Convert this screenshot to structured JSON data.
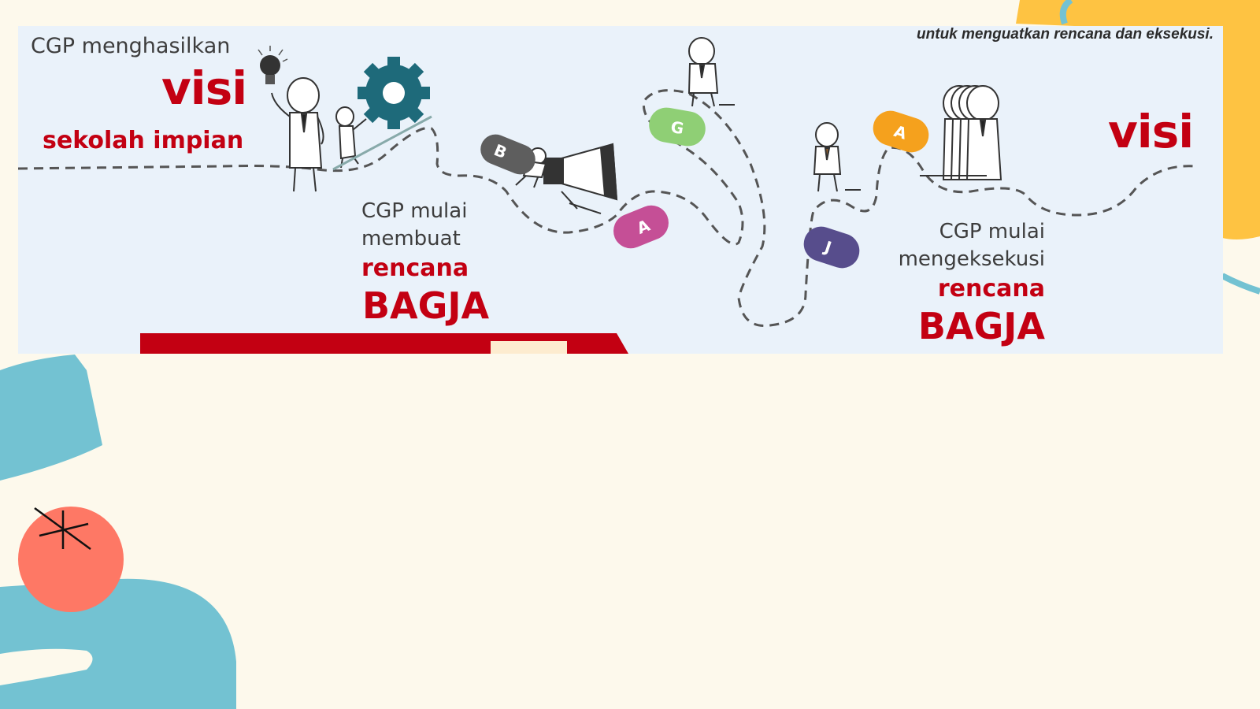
{
  "banner": {
    "tagline": "untuk menguatkan rencana dan eksekusi.",
    "stage1": {
      "line1": "CGP menghasilkan",
      "big": "visi",
      "line3": "sekolah impian"
    },
    "stage2": {
      "line1": "CGP mulai",
      "line2": "membuat",
      "line3": "rencana",
      "big": "BAGJA"
    },
    "stage3": {
      "line1": "CGP mulai",
      "line2": "mengeksekusi",
      "line3": "rencana",
      "big": "BAGJA"
    },
    "end_label": "visi",
    "pills": [
      {
        "letter": "B",
        "color": "#5e5e5e"
      },
      {
        "letter": "A",
        "color": "#c54f96"
      },
      {
        "letter": "G",
        "color": "#8fcf75"
      },
      {
        "letter": "J",
        "color": "#574d8c"
      },
      {
        "letter": "A",
        "color": "#f5a11d"
      }
    ]
  },
  "colors": {
    "background": "#fdf9ec",
    "banner_bg": "#eaf2fa",
    "accent_red": "#c30012",
    "blob_teal": "#73c2d2",
    "blob_yellow": "#fec342",
    "circle_coral": "#fe7865",
    "gear_teal": "#1e6a7a"
  }
}
